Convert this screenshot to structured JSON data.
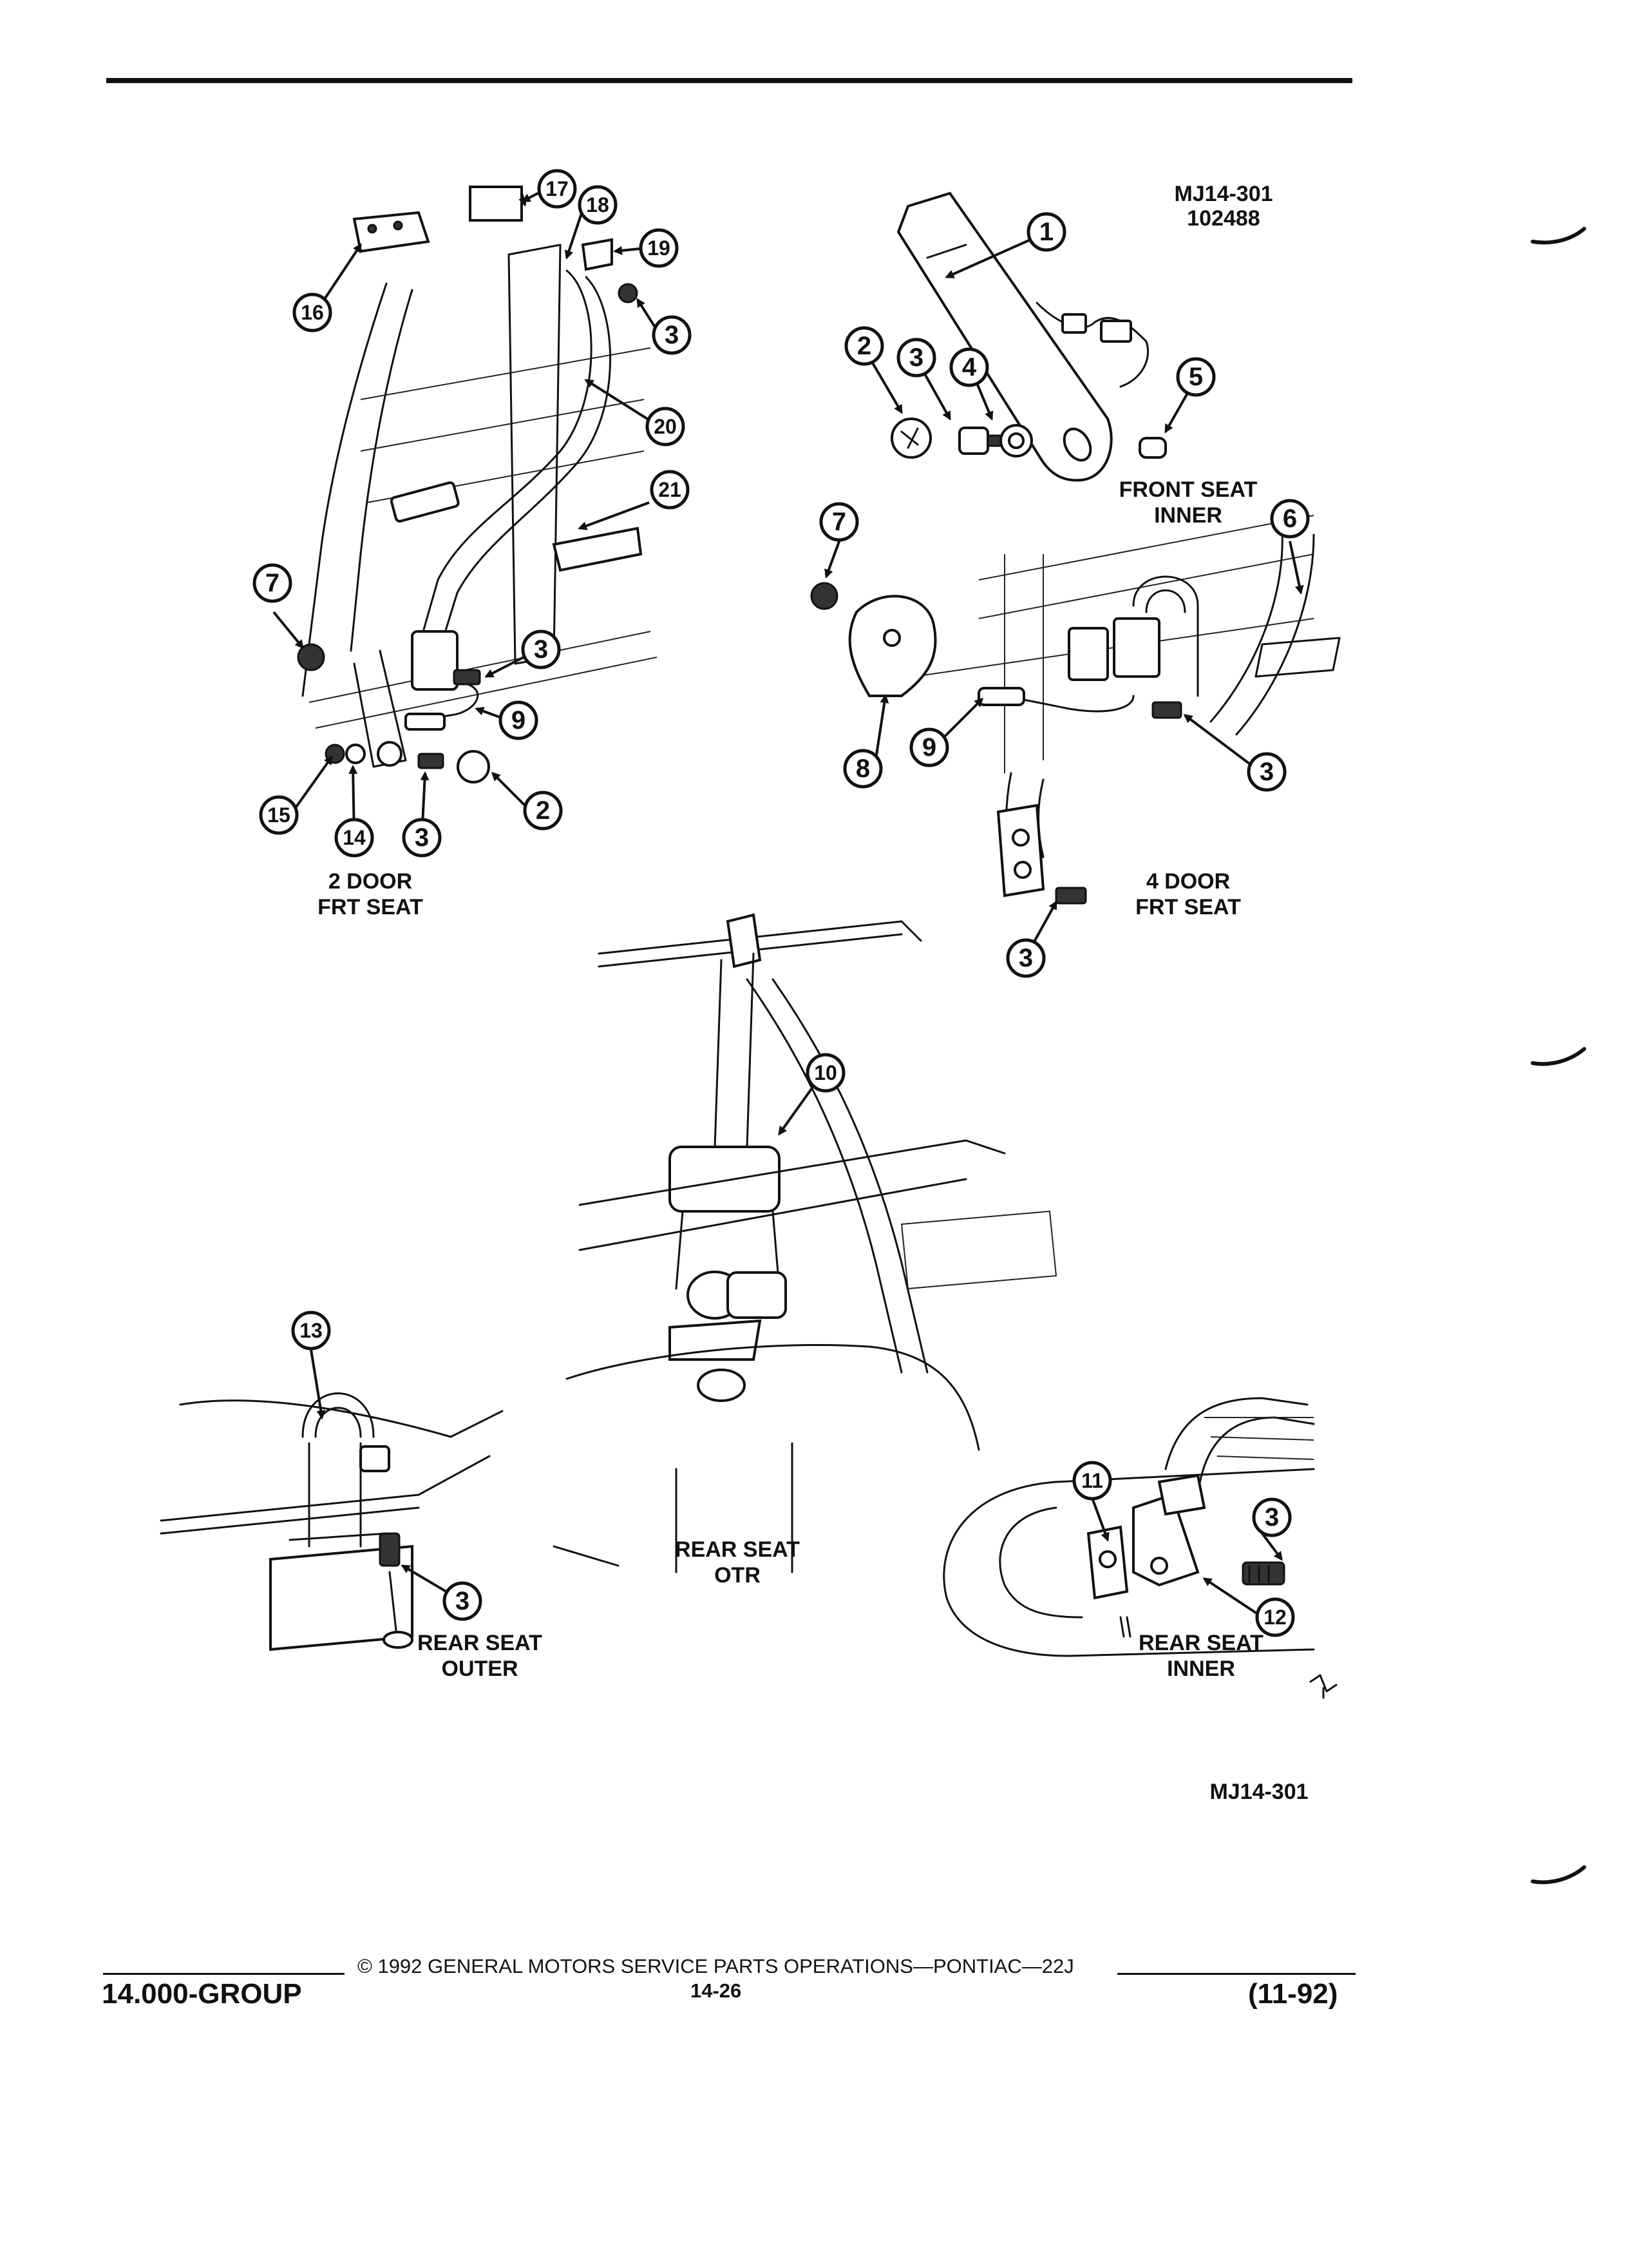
{
  "figure_id_top": [
    "MJ14-301",
    "102488"
  ],
  "figure_id_bottom": "MJ14-301",
  "labels": {
    "two_door": [
      "2 DOOR",
      "FRT SEAT"
    ],
    "front_inner": [
      "FRONT SEAT",
      "INNER"
    ],
    "four_door": [
      "4 DOOR",
      "FRT SEAT"
    ],
    "rear_otr": [
      "REAR SEAT",
      "OTR"
    ],
    "rear_outer": [
      "REAR SEAT",
      "OUTER"
    ],
    "rear_inner": [
      "REAR SEAT",
      "INNER"
    ]
  },
  "callouts": {
    "c1": "1",
    "c2": "2",
    "c3": "3",
    "c4": "4",
    "c5": "5",
    "c6": "6",
    "c7": "7",
    "c8": "8",
    "c9": "9",
    "c10": "10",
    "c11": "11",
    "c12": "12",
    "c13": "13",
    "c14": "14",
    "c15": "15",
    "c16": "16",
    "c17": "17",
    "c18": "18",
    "c19": "19",
    "c20": "20",
    "c21": "21"
  },
  "footer": {
    "copyright": "© 1992 GENERAL MOTORS SERVICE PARTS OPERATIONS—PONTIAC—22J",
    "group": "14.000-GROUP",
    "page": "14-26",
    "date": "(11-92)"
  }
}
